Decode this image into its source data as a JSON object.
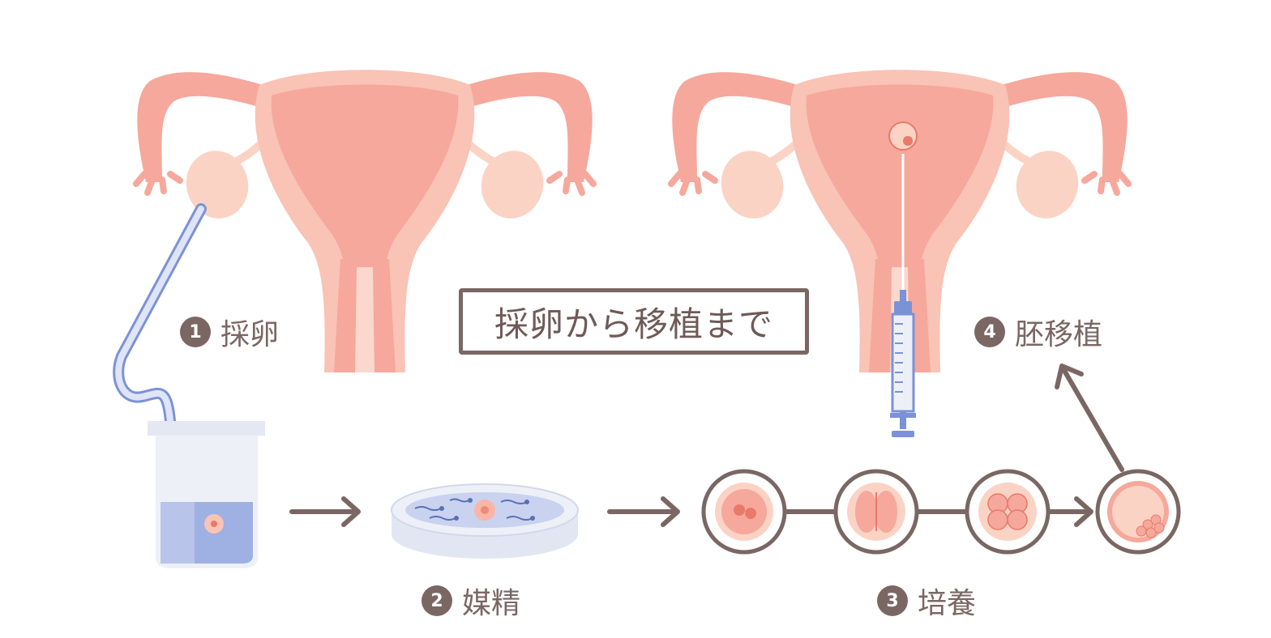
{
  "title": "採卵から移植まで",
  "steps": [
    {
      "number": "1",
      "label": "採卵"
    },
    {
      "number": "2",
      "label": "媒精"
    },
    {
      "number": "3",
      "label": "培養"
    },
    {
      "number": "4",
      "label": "胚移植"
    }
  ],
  "colors": {
    "uterus_outer": "#f9c3b6",
    "uterus_inner": "#f5a89b",
    "uterus_light": "#fcd7cd",
    "ovary": "#fbd3c5",
    "accent_blue": "#7b92d6",
    "glass_blue": "#b8c4ea",
    "text": "#7a6764",
    "cell_border": "#7a6764"
  },
  "icons": [
    "uterus-icon",
    "pipette-icon",
    "beaker-icon",
    "petri-dish-icon",
    "embryo-icon",
    "syringe-icon",
    "arrow-icon"
  ]
}
